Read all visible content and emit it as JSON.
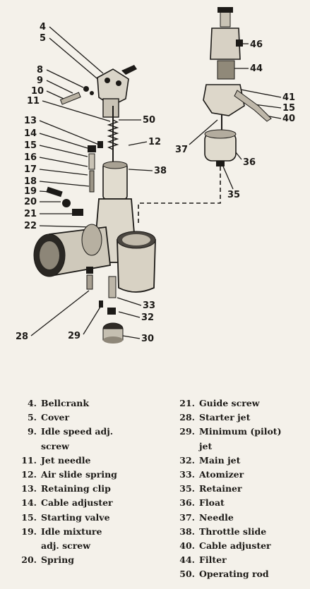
{
  "callouts": [
    "4",
    "5",
    "8",
    "9",
    "10",
    "11",
    "13",
    "14",
    "15",
    "16",
    "17",
    "18",
    "19",
    "20",
    "21",
    "22",
    "28",
    "29",
    "50",
    "12",
    "38",
    "33",
    "32",
    "30",
    "46",
    "44",
    "41",
    "15",
    "40",
    "37",
    "36",
    "35"
  ],
  "legend": {
    "left": [
      {
        "num": "4.",
        "label": "Bellcrank"
      },
      {
        "num": "5.",
        "label": "Cover"
      },
      {
        "num": "9.",
        "label": "Idle speed adj.\nscrew"
      },
      {
        "num": "11.",
        "label": "Jet needle"
      },
      {
        "num": "12.",
        "label": "Air slide spring"
      },
      {
        "num": "13.",
        "label": "Retaining clip"
      },
      {
        "num": "14.",
        "label": "Cable adjuster"
      },
      {
        "num": "15.",
        "label": "Starting valve"
      },
      {
        "num": "19.",
        "label": "Idle mixture\nadj. screw"
      },
      {
        "num": "20.",
        "label": "Spring"
      }
    ],
    "right": [
      {
        "num": "21.",
        "label": "Guide screw"
      },
      {
        "num": "28.",
        "label": "Starter jet"
      },
      {
        "num": "29.",
        "label": "Minimum (pilot)\njet"
      },
      {
        "num": "32.",
        "label": "Main jet"
      },
      {
        "num": "33.",
        "label": "Atomizer"
      },
      {
        "num": "35.",
        "label": "Retainer"
      },
      {
        "num": "36.",
        "label": "Float"
      },
      {
        "num": "37.",
        "label": "Needle"
      },
      {
        "num": "38.",
        "label": "Throttle slide"
      },
      {
        "num": "40.",
        "label": "Cable adjuster"
      },
      {
        "num": "44.",
        "label": "Filter"
      },
      {
        "num": "50.",
        "label": "Operating rod"
      }
    ]
  }
}
